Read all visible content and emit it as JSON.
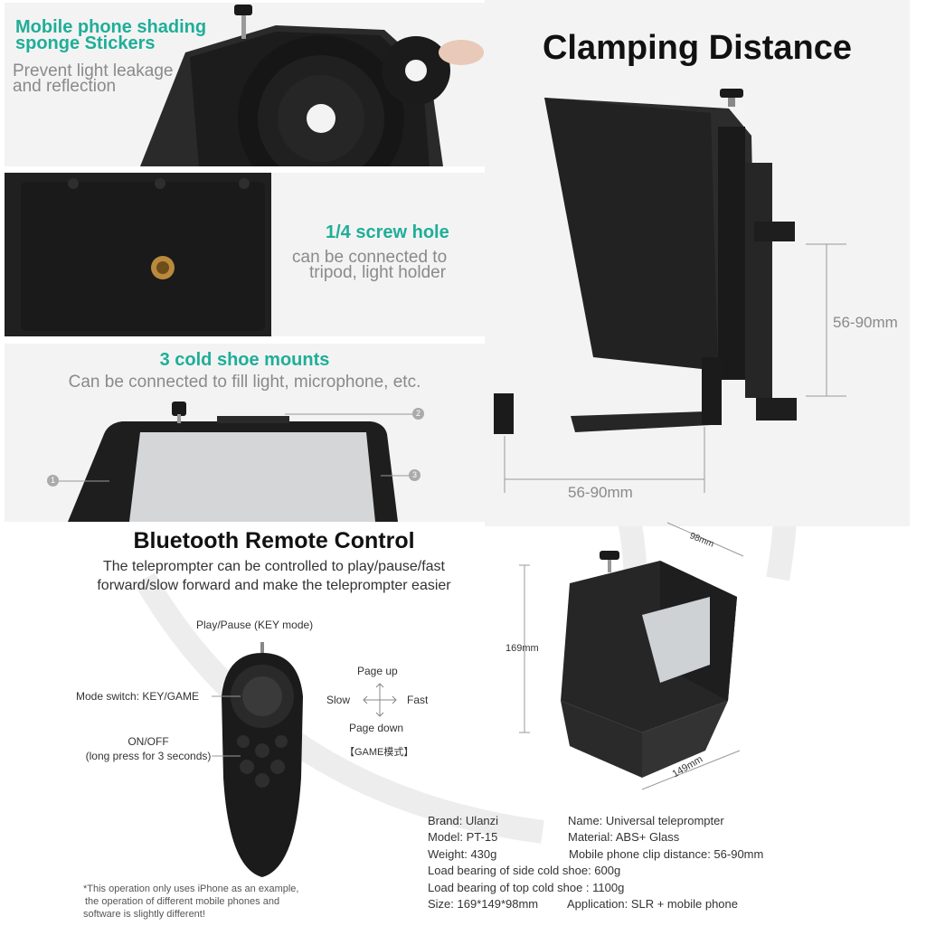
{
  "sponge": {
    "title_line1": "Mobile phone shading",
    "title_line2": "sponge Stickers",
    "sub_line1": "Prevent light leakage",
    "sub_line2": "and reflection"
  },
  "screw": {
    "title": "1/4 screw hole",
    "sub_line1": "can be connected to",
    "sub_line2": "tripod, light holder"
  },
  "coldshoe": {
    "title": "3 cold shoe mounts",
    "subtitle": "Can be connected to fill light, microphone, etc.",
    "markers": [
      "1",
      "2",
      "3"
    ]
  },
  "clamping": {
    "title": "Clamping Distance",
    "vertical_dim": "56-90mm",
    "horizontal_dim": "56-90mm"
  },
  "remote": {
    "title": "Bluetooth Remote Control",
    "desc_line1": "The teleprompter can be controlled to play/pause/fast",
    "desc_line2": "forward/slow forward and make the teleprompter easier",
    "label_play": "Play/Pause (KEY mode)",
    "label_mode": "Mode switch: KEY/GAME",
    "label_onoff_line1": "ON/OFF",
    "label_onoff_line2": "(long press for 3 seconds)",
    "label_page_up": "Page up",
    "label_slow": "Slow",
    "label_fast": "Fast",
    "label_page_down": "Page down",
    "label_game_mode": "【GAME模式】",
    "note_line1": "*This operation only uses iPhone as an example,",
    "note_line2": "the operation of different mobile phones and",
    "note_line3": "software is slightly different!"
  },
  "dimensions": {
    "depth": "98mm",
    "height": "169mm",
    "width": "149mm"
  },
  "specs": {
    "brand": "Brand: Ulanzi",
    "name": "Name: Universal teleprompter",
    "model": "Model: PT-15",
    "material": "Material: ABS+ Glass",
    "weight": "Weight: 430g",
    "clip_distance": "Mobile phone clip distance: 56-90mm",
    "side_shoe": "Load bearing of side cold shoe: 600g",
    "top_shoe": "Load bearing of top cold shoe : 1100g",
    "size": "Size: 169*149*98mm",
    "application": "Application: SLR + mobile phone"
  },
  "colors": {
    "accent_teal": "#1fae98",
    "product_black": "#1e1e1e",
    "panel_bg": "#f3f3f3"
  }
}
